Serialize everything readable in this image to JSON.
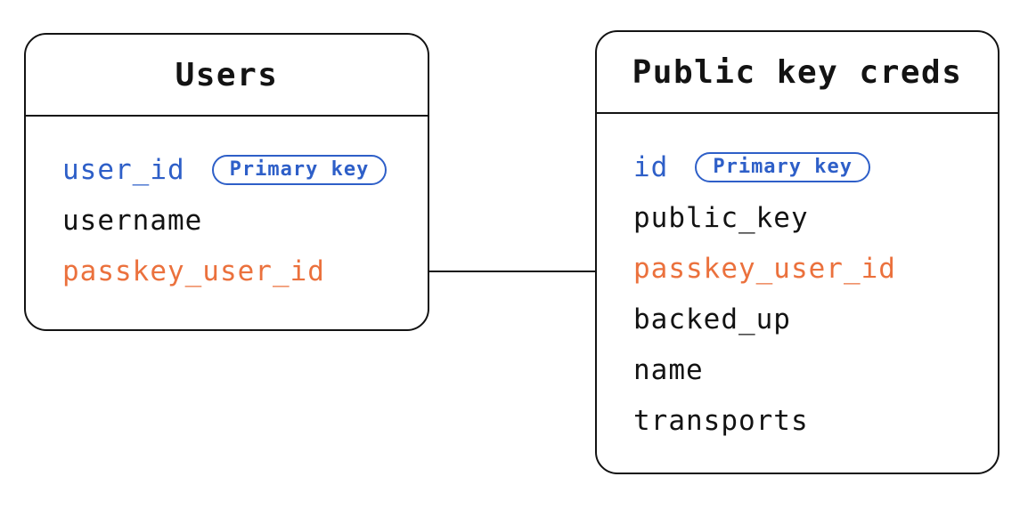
{
  "diagram": {
    "colors": {
      "primary_blue": "#2E5FC8",
      "foreign_orange": "#EB713D",
      "ink": "#131313",
      "background": "#FFFFFF"
    },
    "tables": [
      {
        "title": "Users",
        "fields": [
          {
            "name": "user_id",
            "role": "primary-key",
            "badge": "Primary key"
          },
          {
            "name": "username",
            "role": "regular"
          },
          {
            "name": "passkey_user_id",
            "role": "foreign-key"
          }
        ]
      },
      {
        "title": "Public key creds",
        "fields": [
          {
            "name": "id",
            "role": "primary-key",
            "badge": "Primary key"
          },
          {
            "name": "public_key",
            "role": "regular"
          },
          {
            "name": "passkey_user_id",
            "role": "foreign-key"
          },
          {
            "name": "backed_up",
            "role": "regular"
          },
          {
            "name": "name",
            "role": "regular"
          },
          {
            "name": "transports",
            "role": "regular"
          }
        ]
      }
    ],
    "relationship": {
      "from_table": "Users",
      "from_field": "passkey_user_id",
      "to_table": "Public key creds",
      "to_field": "passkey_user_id"
    }
  }
}
